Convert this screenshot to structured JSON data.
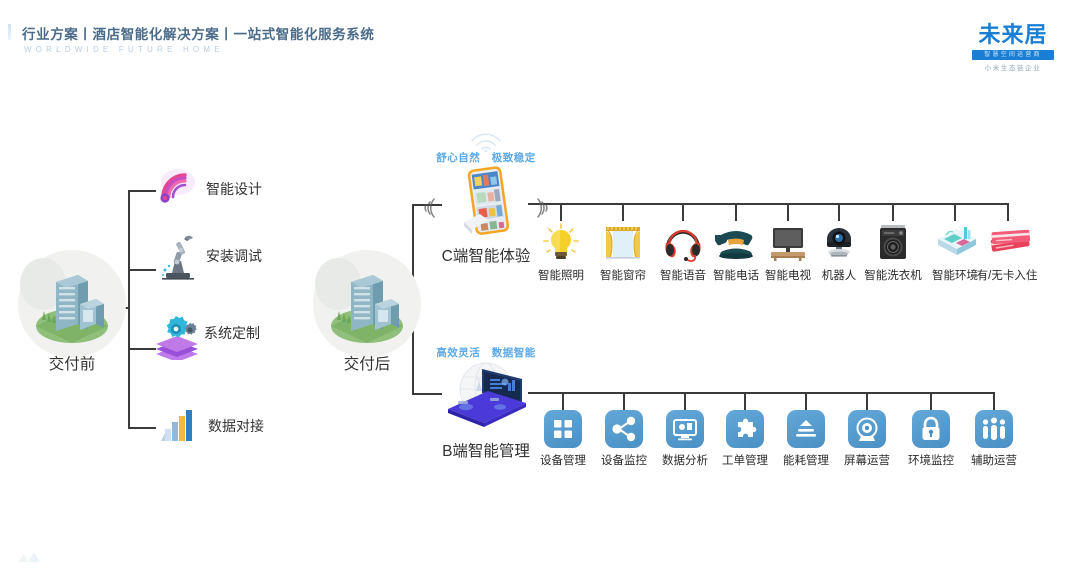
{
  "header": {
    "title": "行业方案丨酒店智能化解决方案丨一站式智能化服务系统",
    "subtitle": "WORLDWIDE FUTURE HOME",
    "logo": {
      "word": "未来居",
      "bar_text": "智慧空间运营商",
      "footer": "小米生态链企业"
    },
    "accent_color": "#4a6b8a",
    "brand_color": "#1a7fd4"
  },
  "diagram": {
    "type": "tree",
    "roots": [
      {
        "id": "pre",
        "label": "交付前",
        "icon": "isometric-building-icon"
      },
      {
        "id": "post",
        "label": "交付后",
        "icon": "isometric-building-icon"
      }
    ],
    "pre_delivery_items": [
      {
        "label": "智能设计",
        "icon": "wifi-signal-icon"
      },
      {
        "label": "安装调试",
        "icon": "robot-arm-icon"
      },
      {
        "label": "系统定制",
        "icon": "gear-layers-icon"
      },
      {
        "label": "数据对接",
        "icon": "bar-chart-icon"
      }
    ],
    "branches": [
      {
        "id": "c-end",
        "tagline": [
          "舒心自然",
          "极致稳定"
        ],
        "label": "C端智能体验",
        "icon": "smartphone-app-icon",
        "tagline_color": "#5ba9e8",
        "items": [
          {
            "label": "智能照明",
            "icon": "lightbulb-icon"
          },
          {
            "label": "智能窗帘",
            "icon": "curtain-icon"
          },
          {
            "label": "智能语音",
            "icon": "headset-icon"
          },
          {
            "label": "智能电话",
            "icon": "telephone-icon"
          },
          {
            "label": "智能电视",
            "icon": "television-icon"
          },
          {
            "label": "机器人",
            "icon": "robot-camera-icon"
          },
          {
            "label": "智能洗衣机",
            "icon": "washing-machine-icon"
          },
          {
            "label": "智能环境",
            "icon": "room-environment-icon"
          },
          {
            "label": "有/无卡入住",
            "icon": "keycard-icon"
          }
        ]
      },
      {
        "id": "b-end",
        "tagline": [
          "高效灵活",
          "数据智能"
        ],
        "label": "B端智能管理",
        "icon": "laptop-dashboard-icon",
        "tagline_color": "#5ba9e8",
        "items": [
          {
            "label": "设备管理",
            "icon": "grid-squares-icon"
          },
          {
            "label": "设备监控",
            "icon": "share-nodes-icon"
          },
          {
            "label": "数据分析",
            "icon": "monitor-chart-icon"
          },
          {
            "label": "工单管理",
            "icon": "puzzle-piece-icon"
          },
          {
            "label": "能耗管理",
            "icon": "energy-triangle-icon"
          },
          {
            "label": "屏幕运营",
            "icon": "target-screen-icon"
          },
          {
            "label": "环境监控",
            "icon": "lock-icon"
          },
          {
            "label": "辅助运营",
            "icon": "people-group-icon"
          }
        ]
      }
    ]
  }
}
